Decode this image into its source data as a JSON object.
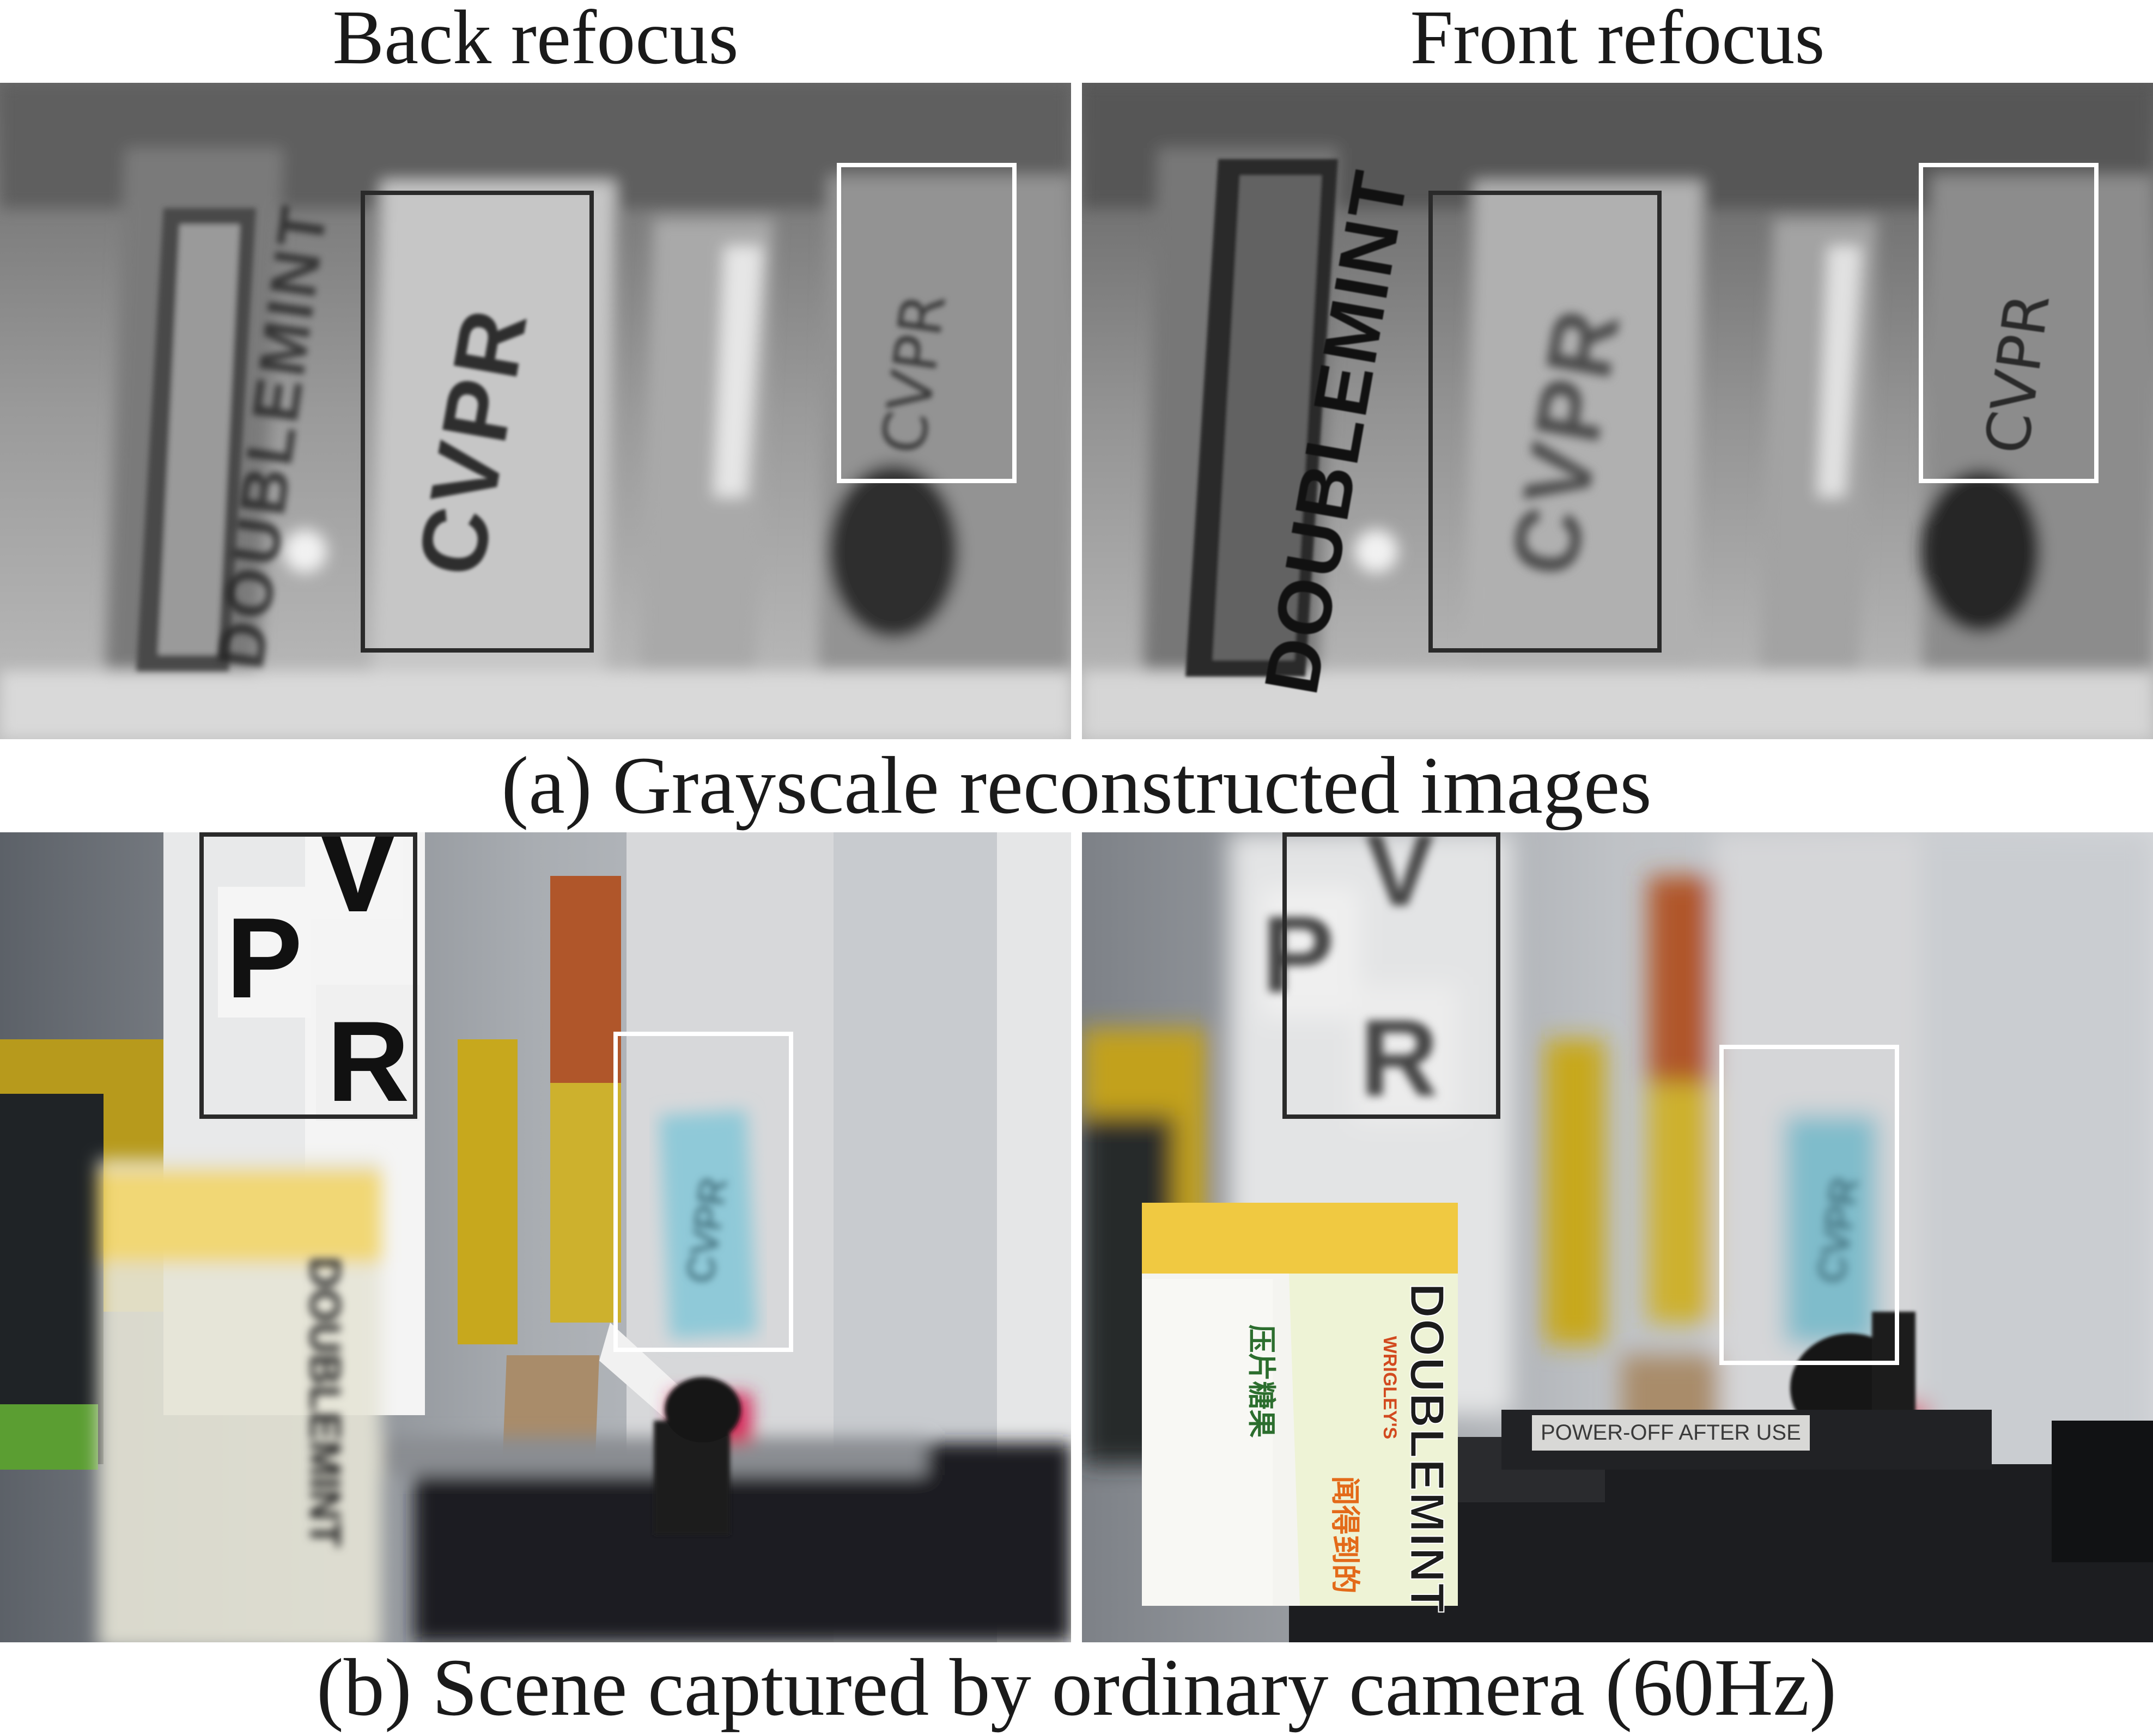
{
  "headers": {
    "left": "Back refocus",
    "right": "Front refocus"
  },
  "captions": {
    "a": "(a) Grayscale reconstructed images",
    "b": "(b) Scene captured by ordinary camera (60Hz)"
  },
  "scene_text": {
    "target_printed": "CVPR",
    "target_handwritten": "CVPR",
    "gum_brand": "DOUBLEMINT",
    "gum_maker": "WRIGLEY'S",
    "gum_product_cn": "压片糖果",
    "gum_slogan_cn": "闻得到的",
    "camera_label": "POWER-OFF AFTER USE"
  },
  "box_colors": {
    "printed_target_box": "#2a2a2a",
    "handwritten_target_box": "#ffffff"
  }
}
